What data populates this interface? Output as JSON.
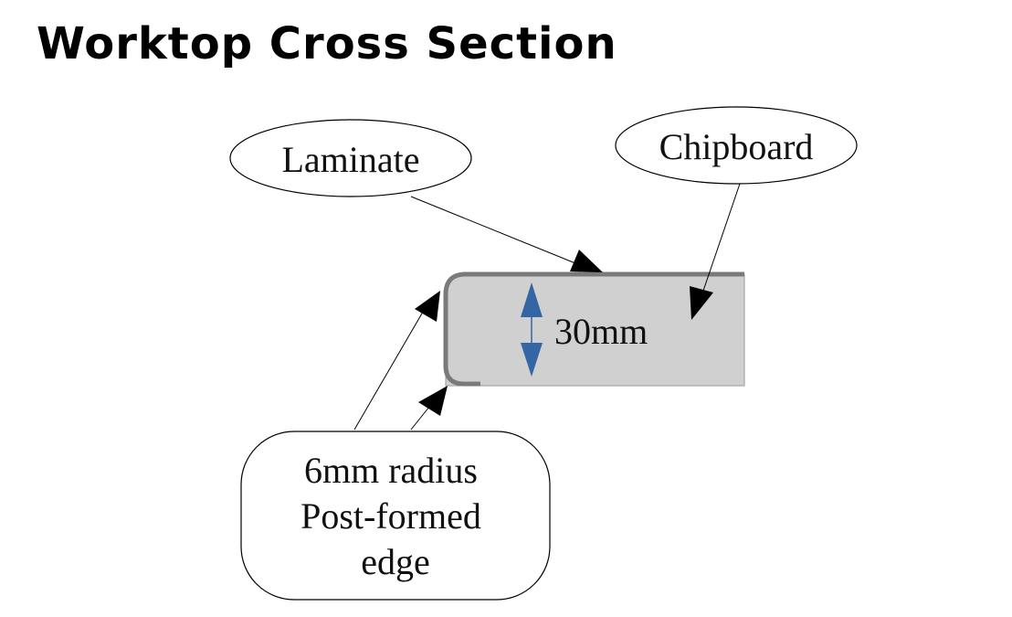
{
  "title": "Worktop Cross Section",
  "labels": {
    "laminate": "Laminate",
    "chipboard": "Chipboard",
    "thickness": "30mm",
    "edge_lines": [
      "6mm radius",
      "Post-formed",
      "edge"
    ]
  },
  "colors": {
    "board_fill": "#d0d0d0",
    "laminate_stroke": "#7a7a7a",
    "dimension_arrow": "#3465a4",
    "outline": "#000000"
  }
}
